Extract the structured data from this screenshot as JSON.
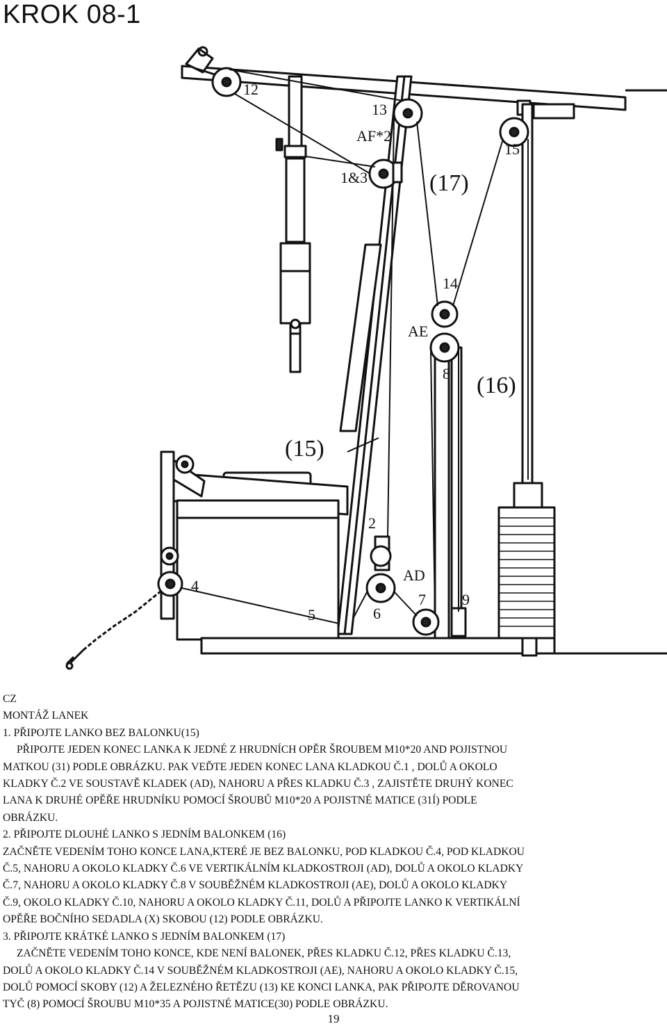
{
  "title": "KROK 08-1",
  "diagram": {
    "labels": {
      "l12": "12",
      "l13": "13",
      "laf2": "AF*2",
      "l13and3": "1&3",
      "l15": "15",
      "l17": "(17)",
      "l14": "14",
      "lae": "AE",
      "l8": "8",
      "l16": "(16)",
      "l15b": "(15)",
      "l2": "2",
      "lad": "AD",
      "l4": "4",
      "l5": "5",
      "l6": "6",
      "l7": "7",
      "l9": "9"
    }
  },
  "text": {
    "lang": "CZ",
    "heading": "MONTÁŽ LANEK",
    "lines": [
      "1. PŘIPOJTE LANKO BEZ BALONKU(15)",
      "PŘIPOJTE JEDEN KONEC LANKA K JEDNÉ Z HRUDNÍCH OPĚR ŠROUBEM M10*20 AND POJISTNOU",
      "MATKOU (31) PODLE OBRÁZKU. PAK VEĎTE JEDEN KONEC LANA KLADKOU Č.1 , DOLŮ A OKOLO",
      "KLADKY Č.2 VE SOUSTAVĚ KLADEK (AD), NAHORU A PŘES KLADKU Č.3 , ZAJISTĚTE DRUHÝ KONEC",
      "LANA K DRUHÉ OPĚŘE HRUDNÍKU POMOCÍ ŠROUBŮ M10*20 A POJISTNÉ MATICE (31Í) PODLE",
      "OBRÁZKU.",
      "2. PŘIPOJTE DLOUHÉ LANKO S JEDNÍM BALONKEM (16)",
      "ZAČNĚTE VEDENÍM TOHO KONCE LANA,KTERÉ JE BEZ BALONKU, POD KLADKOU Č.4, POD KLADKOU",
      "Č.5, NAHORU A OKOLO KLADKY Č.6 VE VERTIKÁLNÍM KLADKOSTROJI (AD), DOLŮ A OKOLO KLADKY",
      "Č.7, NAHORU A OKOLO KLADKY Č.8 V SOUBĚŽNÉM KLADKOSTROJI (AE), DOLŮ A OKOLO KLADKY",
      "Č.9, OKOLO KLADKY Č.10, NAHORU A OKOLO KLADKY Č.11, DOLŮ A PŘIPOJTE LANKO K VERTIKÁLNÍ",
      "OPĚŘE BOČNÍHO SEDADLA (X) SKOBOU (12) PODLE OBRÁZKU.",
      "3. PŘIPOJTE KRÁTKÉ LANKO S JEDNÍM BALONKEM (17)",
      "ZAČNĚTE VEDENÍM TOHO KONCE, KDE NENÍ BALONEK, PŘES KLADKU Č.12, PŘES KLADKU Č.13,",
      "DOLŮ A OKOLO KLADKY Č.14 V SOUBĚŽNÉM KLADKOSTROJI (AE), NAHORU A OKOLO KLADKY Č.15,",
      "DOLŮ POMOCÍ SKOBY (12) A ŽELEZNÉHO ŘETĚZU (13) KE KONCI LANKA,  PAK PŘIPOJTE DĚROVANOU",
      "TYČ  (8) POMOCÍ ŠROUBU M10*35 A POJISTNÉ MATICE(30) PODLE OBRÁZKU."
    ]
  },
  "page_number": "19"
}
